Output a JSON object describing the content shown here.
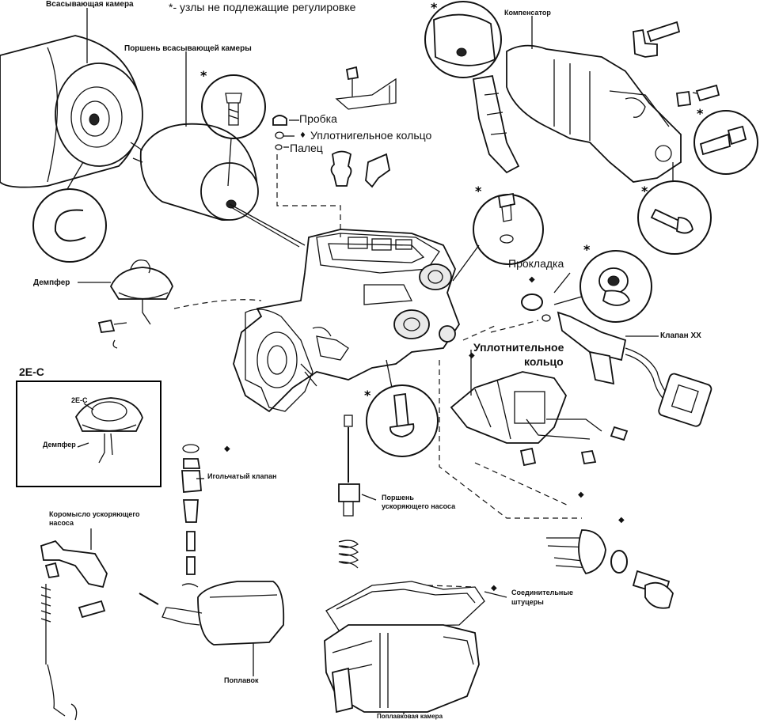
{
  "header": {
    "note": "*- узлы не подлежащие регулировке"
  },
  "labels": {
    "intake_chamber": "Всасывающая камера",
    "intake_piston": "Поршень всасывающей камеры",
    "compensator": "Компенсатор",
    "plug": "Пробка",
    "o_ring_top": "Уплотнигельное кольцо",
    "finger": "Палец",
    "gasket": "Прокладка",
    "damper": "Демпфер",
    "idle_valve": "Клапан ХХ",
    "o_ring_right_line1": "Уплотнительное",
    "o_ring_right_line2": "кольцо",
    "inset_title": "2E-C",
    "inset_code": "2E-C",
    "inset_damper": "Демпфер",
    "needle_valve": "Игольчатый клапан",
    "accel_lever_line1": "Коромысло ускоряющего",
    "accel_lever_line2": "насоса",
    "accel_piston_line1": "Поршень",
    "accel_piston_line2": "ускоряющего насоса",
    "fittings_line1": "Соединительные",
    "fittings_line2": "штуцеры",
    "float": "Поплавок",
    "float_chamber": "Поплавковая камера"
  },
  "symbols": {
    "asterisk": "*",
    "diamond": "◆",
    "diamond_small": "♦"
  }
}
